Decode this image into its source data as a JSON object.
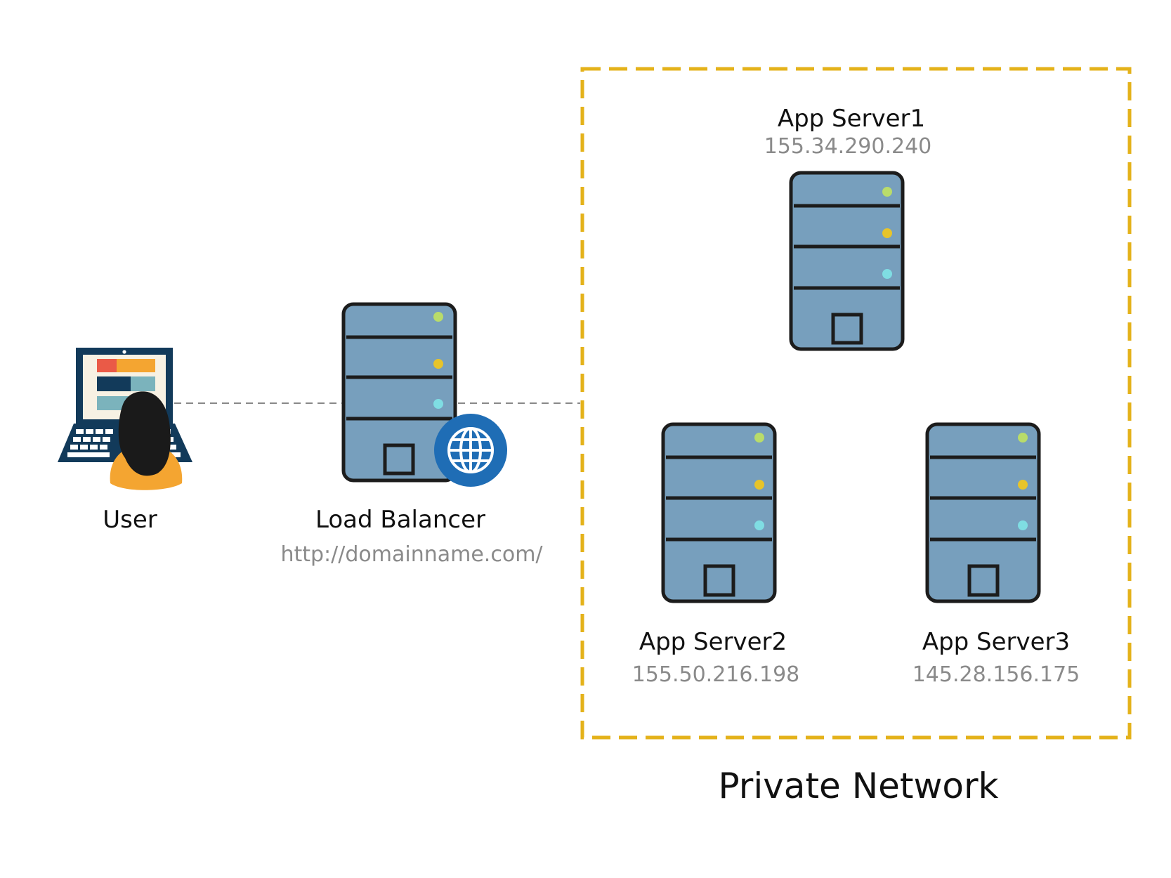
{
  "user": {
    "label": "User"
  },
  "load_balancer": {
    "label": "Load Balancer",
    "url": "http://domainname.com/"
  },
  "private_network": {
    "label": "Private Network",
    "servers": [
      {
        "label": "App Server1",
        "ip": "155.34.290.240"
      },
      {
        "label": "App Server2",
        "ip": "155.50.216.198"
      },
      {
        "label": "App Server3",
        "ip": "145.28.156.175"
      }
    ]
  },
  "colors": {
    "server_body": "#779fbd",
    "server_outline": "#1c1c1c",
    "led_green": "#b9dc6a",
    "led_yellow": "#e7c42a",
    "led_cyan": "#7fdde3",
    "globe_badge": "#1f6db5",
    "network_border": "#e4b21a",
    "connector": "#888888",
    "laptop_frame": "#123a5a",
    "user_hair": "#1a1a1a",
    "user_shirt": "#f4a531"
  },
  "icons": {
    "user": "laptop-user-icon",
    "server": "server-rack-icon",
    "globe": "globe-icon"
  }
}
